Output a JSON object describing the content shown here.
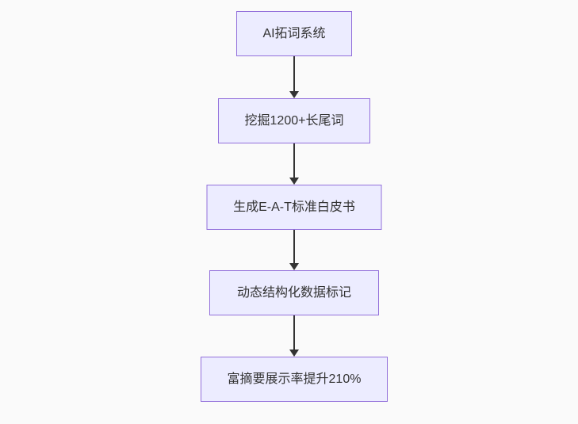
{
  "diagram": {
    "type": "flowchart",
    "direction": "top-down",
    "colors": {
      "background": "#fafafa",
      "node_fill": "#ECECFF",
      "node_border": "#9370DB",
      "edge": "#333333",
      "text": "#333333"
    },
    "nodes": [
      {
        "label": "AI拓词系统"
      },
      {
        "label": "挖掘1200+长尾词"
      },
      {
        "label": "生成E-A-T标准白皮书"
      },
      {
        "label": "动态结构化数据标记"
      },
      {
        "label": "富摘要展示率提升210%"
      }
    ],
    "edges": [
      {
        "from": 0,
        "to": 1
      },
      {
        "from": 1,
        "to": 2
      },
      {
        "from": 2,
        "to": 3
      },
      {
        "from": 3,
        "to": 4
      }
    ]
  }
}
